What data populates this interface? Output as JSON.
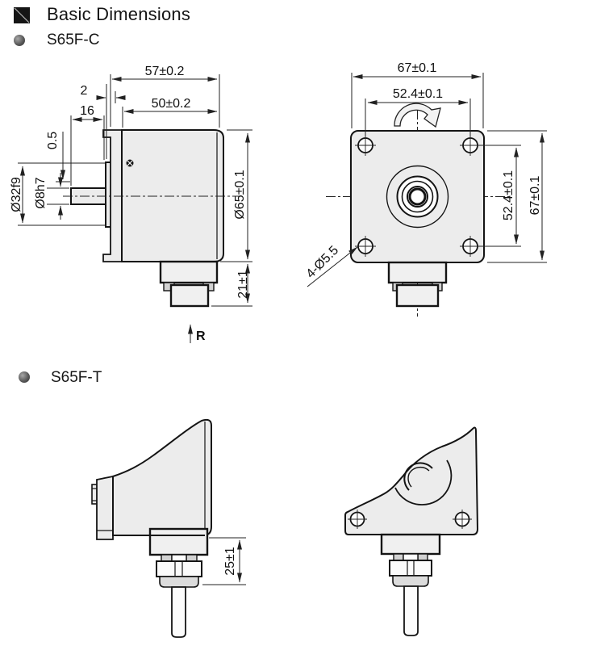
{
  "header": {
    "title": "Basic Dimensions"
  },
  "models": {
    "c_label": "S65F-C",
    "t_label": "S65F-T"
  },
  "side_view": {
    "total_len": "57±0.2",
    "body_len": "50±0.2",
    "flange_offset": "2",
    "shaft_len": "16",
    "step": "0.5",
    "pilot_dia": "Ø32f9",
    "shaft_dia": "Ø8h7",
    "body_dia": "Ø65±0.1",
    "connector_h": "21±1",
    "ref_mark": "R"
  },
  "front_view": {
    "total_w": "67±0.1",
    "pitch_w": "52.4±0.1",
    "pitch_h": "52.4±0.1",
    "total_h": "67±0.1",
    "mount_holes": "4-Ø5.5"
  },
  "tangential_view": {
    "gland_h": "25±1"
  }
}
